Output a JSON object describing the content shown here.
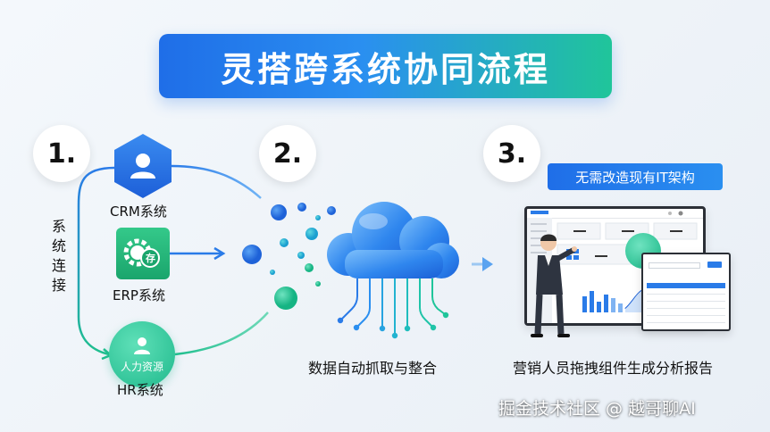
{
  "title": "灵搭跨系统协同流程",
  "steps": [
    "1.",
    "2.",
    "3."
  ],
  "systems_label": "系统连接",
  "crm_label": "CRM系统",
  "erp_label": "ERP系统",
  "erp_icon_text": "存",
  "hr_label": "HR系统",
  "hr_icon_text": "人力资源",
  "step2_caption": "数据自动抓取与整合",
  "badge": "无需改造现有IT架构",
  "step3_caption": "营销人员拖拽组件生成分析报告",
  "watermark": "掘金技术社区 @ 越哥聊AI",
  "colors": {
    "blue": "#1f6ee8",
    "green": "#20c59a",
    "crm": "#2a73e8",
    "erp": "#22b07a",
    "hr": "#2fc79b"
  },
  "icons": [
    "user-icon",
    "gear-icon",
    "person-icon",
    "cloud-icon",
    "arrow-icon"
  ]
}
